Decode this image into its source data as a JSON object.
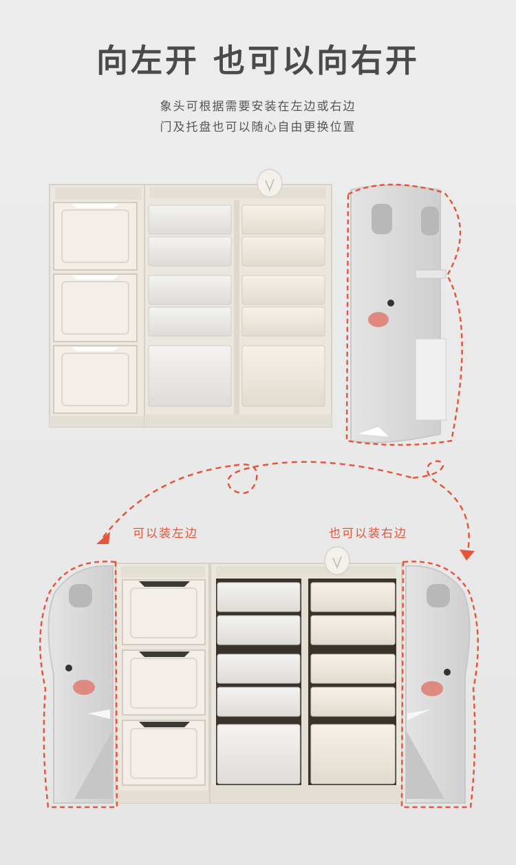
{
  "heading": {
    "title": "向左开  也可以向右开",
    "description_lines": [
      "象头可根据需要安装在左边或右边",
      "门及托盘也可以随心自由更换位置"
    ]
  },
  "labels": {
    "left": "可以装左边",
    "right": "也可以装右边"
  },
  "colors": {
    "accent": "#e5553a",
    "cabinet": "#f1ede5",
    "bin_light": "#eceae6",
    "bin_cream": "#efe8dd",
    "elephant_gray": "#d9d9d9",
    "cheek": "#de8a80"
  },
  "icons": [
    "heart-icon",
    "elephant-icon"
  ]
}
